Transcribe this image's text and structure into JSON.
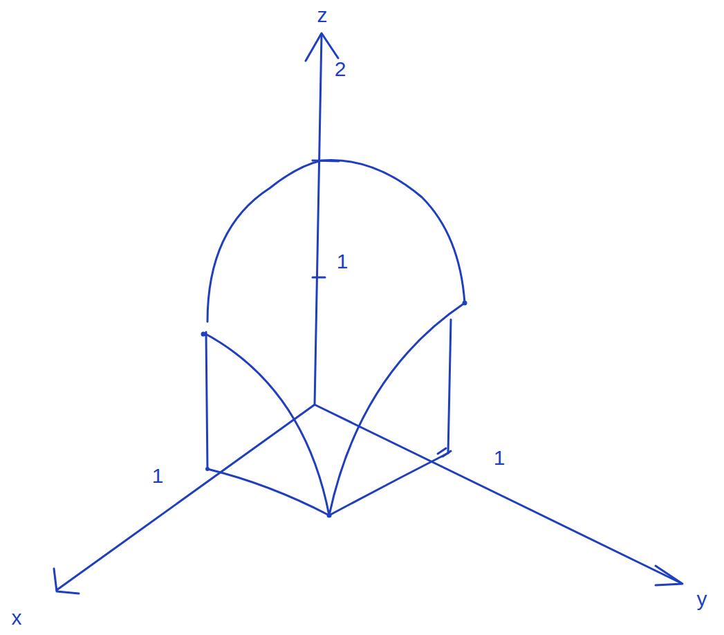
{
  "diagram": {
    "labels": [
      "z",
      "2",
      "1",
      "1",
      "1",
      "y",
      "x"
    ]
  }
}
